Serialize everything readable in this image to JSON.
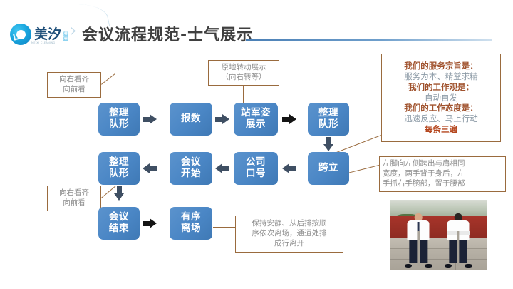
{
  "header": {
    "logo_text": "美汐",
    "logo_badge_top": "清",
    "logo_badge_bottom": "洁",
    "logo_subtext": "MEIXI CLEANING",
    "title": "会议流程规范-士气展示",
    "chevron": "›"
  },
  "flow": {
    "row1": [
      {
        "id": "tidy-formation-1",
        "line1": "整理",
        "line2": "队形"
      },
      {
        "id": "count-off",
        "line1": "报数",
        "line2": ""
      },
      {
        "id": "military-stance",
        "line1": "站军姿",
        "line2": "展示"
      },
      {
        "id": "tidy-formation-2",
        "line1": "整理",
        "line2": "队形"
      }
    ],
    "row2": [
      {
        "id": "tidy-formation-3",
        "line1": "整理",
        "line2": "队形"
      },
      {
        "id": "meeting-start",
        "line1": "会议",
        "line2": "开始"
      },
      {
        "id": "company-slogan",
        "line1": "公司",
        "line2": "口号"
      },
      {
        "id": "at-ease-stance",
        "line1": "跨立",
        "line2": ""
      }
    ],
    "row3": [
      {
        "id": "meeting-end",
        "line1": "会议",
        "line2": "结束"
      },
      {
        "id": "orderly-exit",
        "line1": "有序",
        "line2": "离场"
      }
    ]
  },
  "callouts": {
    "top_left": {
      "line1": "向右看齐",
      "line2": "向前看"
    },
    "top_center": {
      "line1": "原地转动展示",
      "line2": "（向右转等）"
    },
    "mid_left": {
      "line1": "向右看齐",
      "line2": "向前看"
    },
    "creed": {
      "l1": "我们的服务宗旨是：",
      "l2": "服务为本、精益求精",
      "l3": "我们的工作观是：",
      "l4": "自动自发",
      "l5": "我们的工作态度是：",
      "l6": "迅速反应、马上行动",
      "l7": "每条三遍"
    },
    "stance": {
      "l1": "左脚向左侧跨出与肩相同",
      "l2": "宽度，两手背于身后，左",
      "l3": "手抓右手腕部，置于腰部"
    },
    "exit": {
      "l1": "保持安静、从后排按顺",
      "l2": "序依次离场，通道处排",
      "l3": "成行离开"
    }
  },
  "photo": {
    "caption": "two-staff-at-ease-stance-photo"
  },
  "colors": {
    "box_blue": "#4a86c5",
    "arrow_dark": "#3f4f63",
    "arrow_black": "#1a1a1a",
    "callout_border": "#9a6b3e",
    "creed_highlight": "#a0522d",
    "creed_normal": "#8c9aa6",
    "title_gray": "#3f3f3f"
  }
}
